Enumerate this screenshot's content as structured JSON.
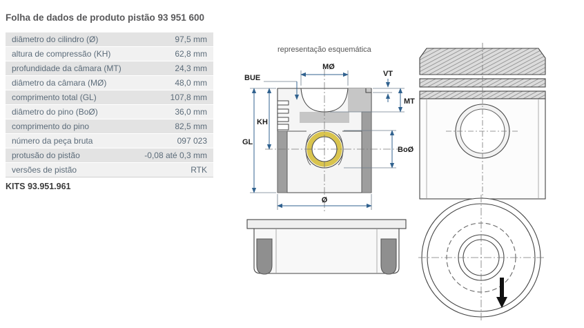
{
  "page": {
    "title": "Folha de dados de produto pistão 93 951 600"
  },
  "table": {
    "rows": [
      {
        "label": "diâmetro do cilindro (Ø)",
        "value": "97,5 mm"
      },
      {
        "label": "altura de compressão (KH)",
        "value": "62,8 mm"
      },
      {
        "label": "profundidade da câmara (MT)",
        "value": "24,3 mm"
      },
      {
        "label": "diâmetro da câmara (MØ)",
        "value": "48,0 mm"
      },
      {
        "label": "comprimento total (GL)",
        "value": "107,8 mm"
      },
      {
        "label": "diâmetro do pino (BoØ)",
        "value": "36,0 mm"
      },
      {
        "label": "comprimento do pino",
        "value": "82,5 mm"
      },
      {
        "label": "número da peça bruta",
        "value": "097 023"
      },
      {
        "label": "protusão do pistão",
        "value": "-0,08 até 0,3 mm"
      },
      {
        "label": "versões de pistão",
        "value": "RTK"
      }
    ],
    "kits": "KITS 93.951.961"
  },
  "drawing": {
    "caption": "representação esquemática",
    "labels": {
      "bue": "BUE",
      "mo": "MØ",
      "vt": "VT",
      "mt": "MT",
      "kh": "KH",
      "gl": "GL",
      "boo": "BoØ",
      "o": "Ø"
    },
    "colors": {
      "pin_bore_highlight": "#d9c44e",
      "dimension_line": "#31628f"
    }
  }
}
